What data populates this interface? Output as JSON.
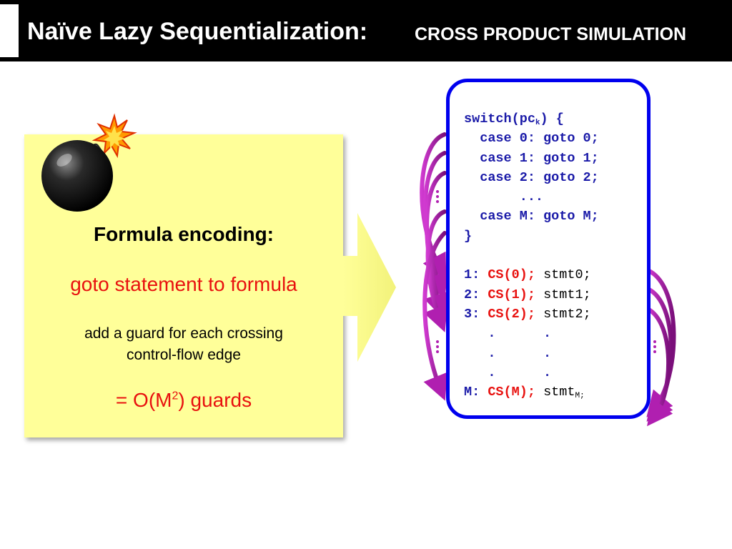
{
  "title": {
    "main": "Naïve Lazy Sequentialization:",
    "sub": "CROSS PRODUCT SIMULATION"
  },
  "formula_box": {
    "heading": "Formula encoding:",
    "subheading": "goto statement to formula",
    "desc_line1": "add a guard for each crossing",
    "desc_line2": "control-flow edge",
    "guards_prefix": "= O(M",
    "guards_sup": "2",
    "guards_suffix": ") guards"
  },
  "code": {
    "switch_head": "switch(pc",
    "switch_sub": "k",
    "switch_tail": ") {",
    "case0": "case 0: goto 0;",
    "case1": "case 1: goto 1;",
    "case2": "case 2: goto 2;",
    "case_ellipsis": "...",
    "caseM": "case M: goto M;",
    "close_brace": "}",
    "rows": [
      {
        "label": "1:",
        "cs": "CS(0);",
        "stmt": "stmt0;"
      },
      {
        "label": "2:",
        "cs": "CS(1);",
        "stmt": "stmt1;"
      },
      {
        "label": "3:",
        "cs": "CS(2);",
        "stmt": "stmt2;"
      }
    ],
    "dot": ".",
    "last_label": "M:",
    "last_cs": "CS(M);",
    "last_stmt": "stmt",
    "last_sub": "M;"
  },
  "colors": {
    "code_blue": "#1a1aa8",
    "box_border": "#0000ee",
    "red": "#e8110f",
    "arrow_magenta": "#b01fb0",
    "note_yellow": "#ffff99"
  }
}
